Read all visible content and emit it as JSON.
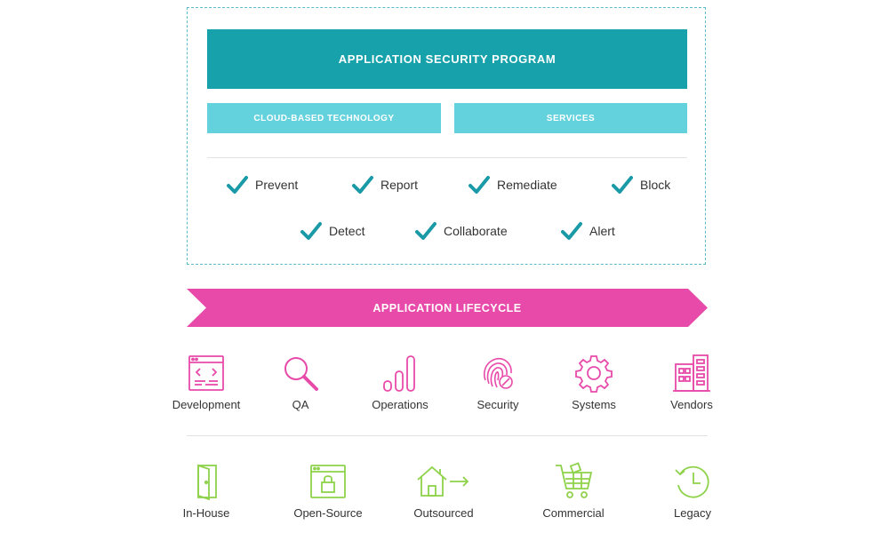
{
  "program": {
    "title": "APPLICATION SECURITY PROGRAM",
    "left_box": "CLOUD-BASED TECHNOLOGY",
    "right_box": "SERVICES",
    "capabilities_row1": [
      "Prevent",
      "Report",
      "Remediate",
      "Block"
    ],
    "capabilities_row2": [
      "Detect",
      "Collaborate",
      "Alert"
    ]
  },
  "lifecycle": {
    "title": "APPLICATION LIFECYCLE",
    "stages": [
      {
        "label": "Development",
        "icon": "code-window-icon"
      },
      {
        "label": "QA",
        "icon": "magnifier-icon"
      },
      {
        "label": "Operations",
        "icon": "bar-chart-icon"
      },
      {
        "label": "Security",
        "icon": "fingerprint-icon"
      },
      {
        "label": "Systems",
        "icon": "gear-icon"
      },
      {
        "label": "Vendors",
        "icon": "building-icon"
      }
    ]
  },
  "sources": [
    {
      "label": "In-House",
      "icon": "door-icon"
    },
    {
      "label": "Open-Source",
      "icon": "lock-window-icon"
    },
    {
      "label": "Outsourced",
      "icon": "house-arrow-icon"
    },
    {
      "label": "Commercial",
      "icon": "shopping-cart-icon"
    },
    {
      "label": "Legacy",
      "icon": "clock-history-icon"
    }
  ],
  "colors": {
    "teal_dark": "#17a1aa",
    "teal_light": "#64d2dd",
    "check": "#1a9aa6",
    "magenta": "#e84aaa",
    "green": "#8ed24a"
  }
}
